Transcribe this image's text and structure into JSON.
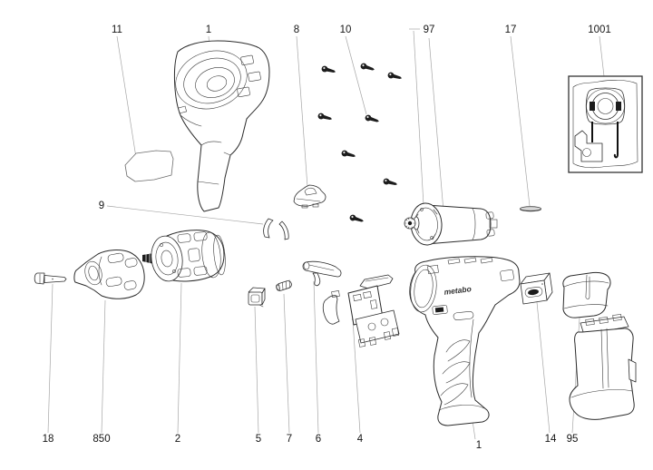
{
  "colors": {
    "background": "#ffffff",
    "line": "#2b2b2b",
    "leader": "#a6a6a6",
    "dark_fill": "#1c1c1c",
    "label_text": "#151515"
  },
  "branding": {
    "drill_logo": "metabo"
  },
  "callouts": {
    "top": [
      {
        "text": "11"
      },
      {
        "text": "1"
      },
      {
        "text": "8"
      },
      {
        "text": "10"
      },
      {
        "text": "97"
      },
      {
        "text": "17"
      },
      {
        "text": "1001"
      }
    ],
    "middle": [
      {
        "text": "9"
      }
    ],
    "bottom": [
      {
        "text": "18"
      },
      {
        "text": "850"
      },
      {
        "text": "2"
      },
      {
        "text": "5"
      },
      {
        "text": "7"
      },
      {
        "text": "6"
      },
      {
        "text": "4"
      },
      {
        "text": "1"
      },
      {
        "text": "14"
      },
      {
        "text": "95"
      }
    ]
  }
}
